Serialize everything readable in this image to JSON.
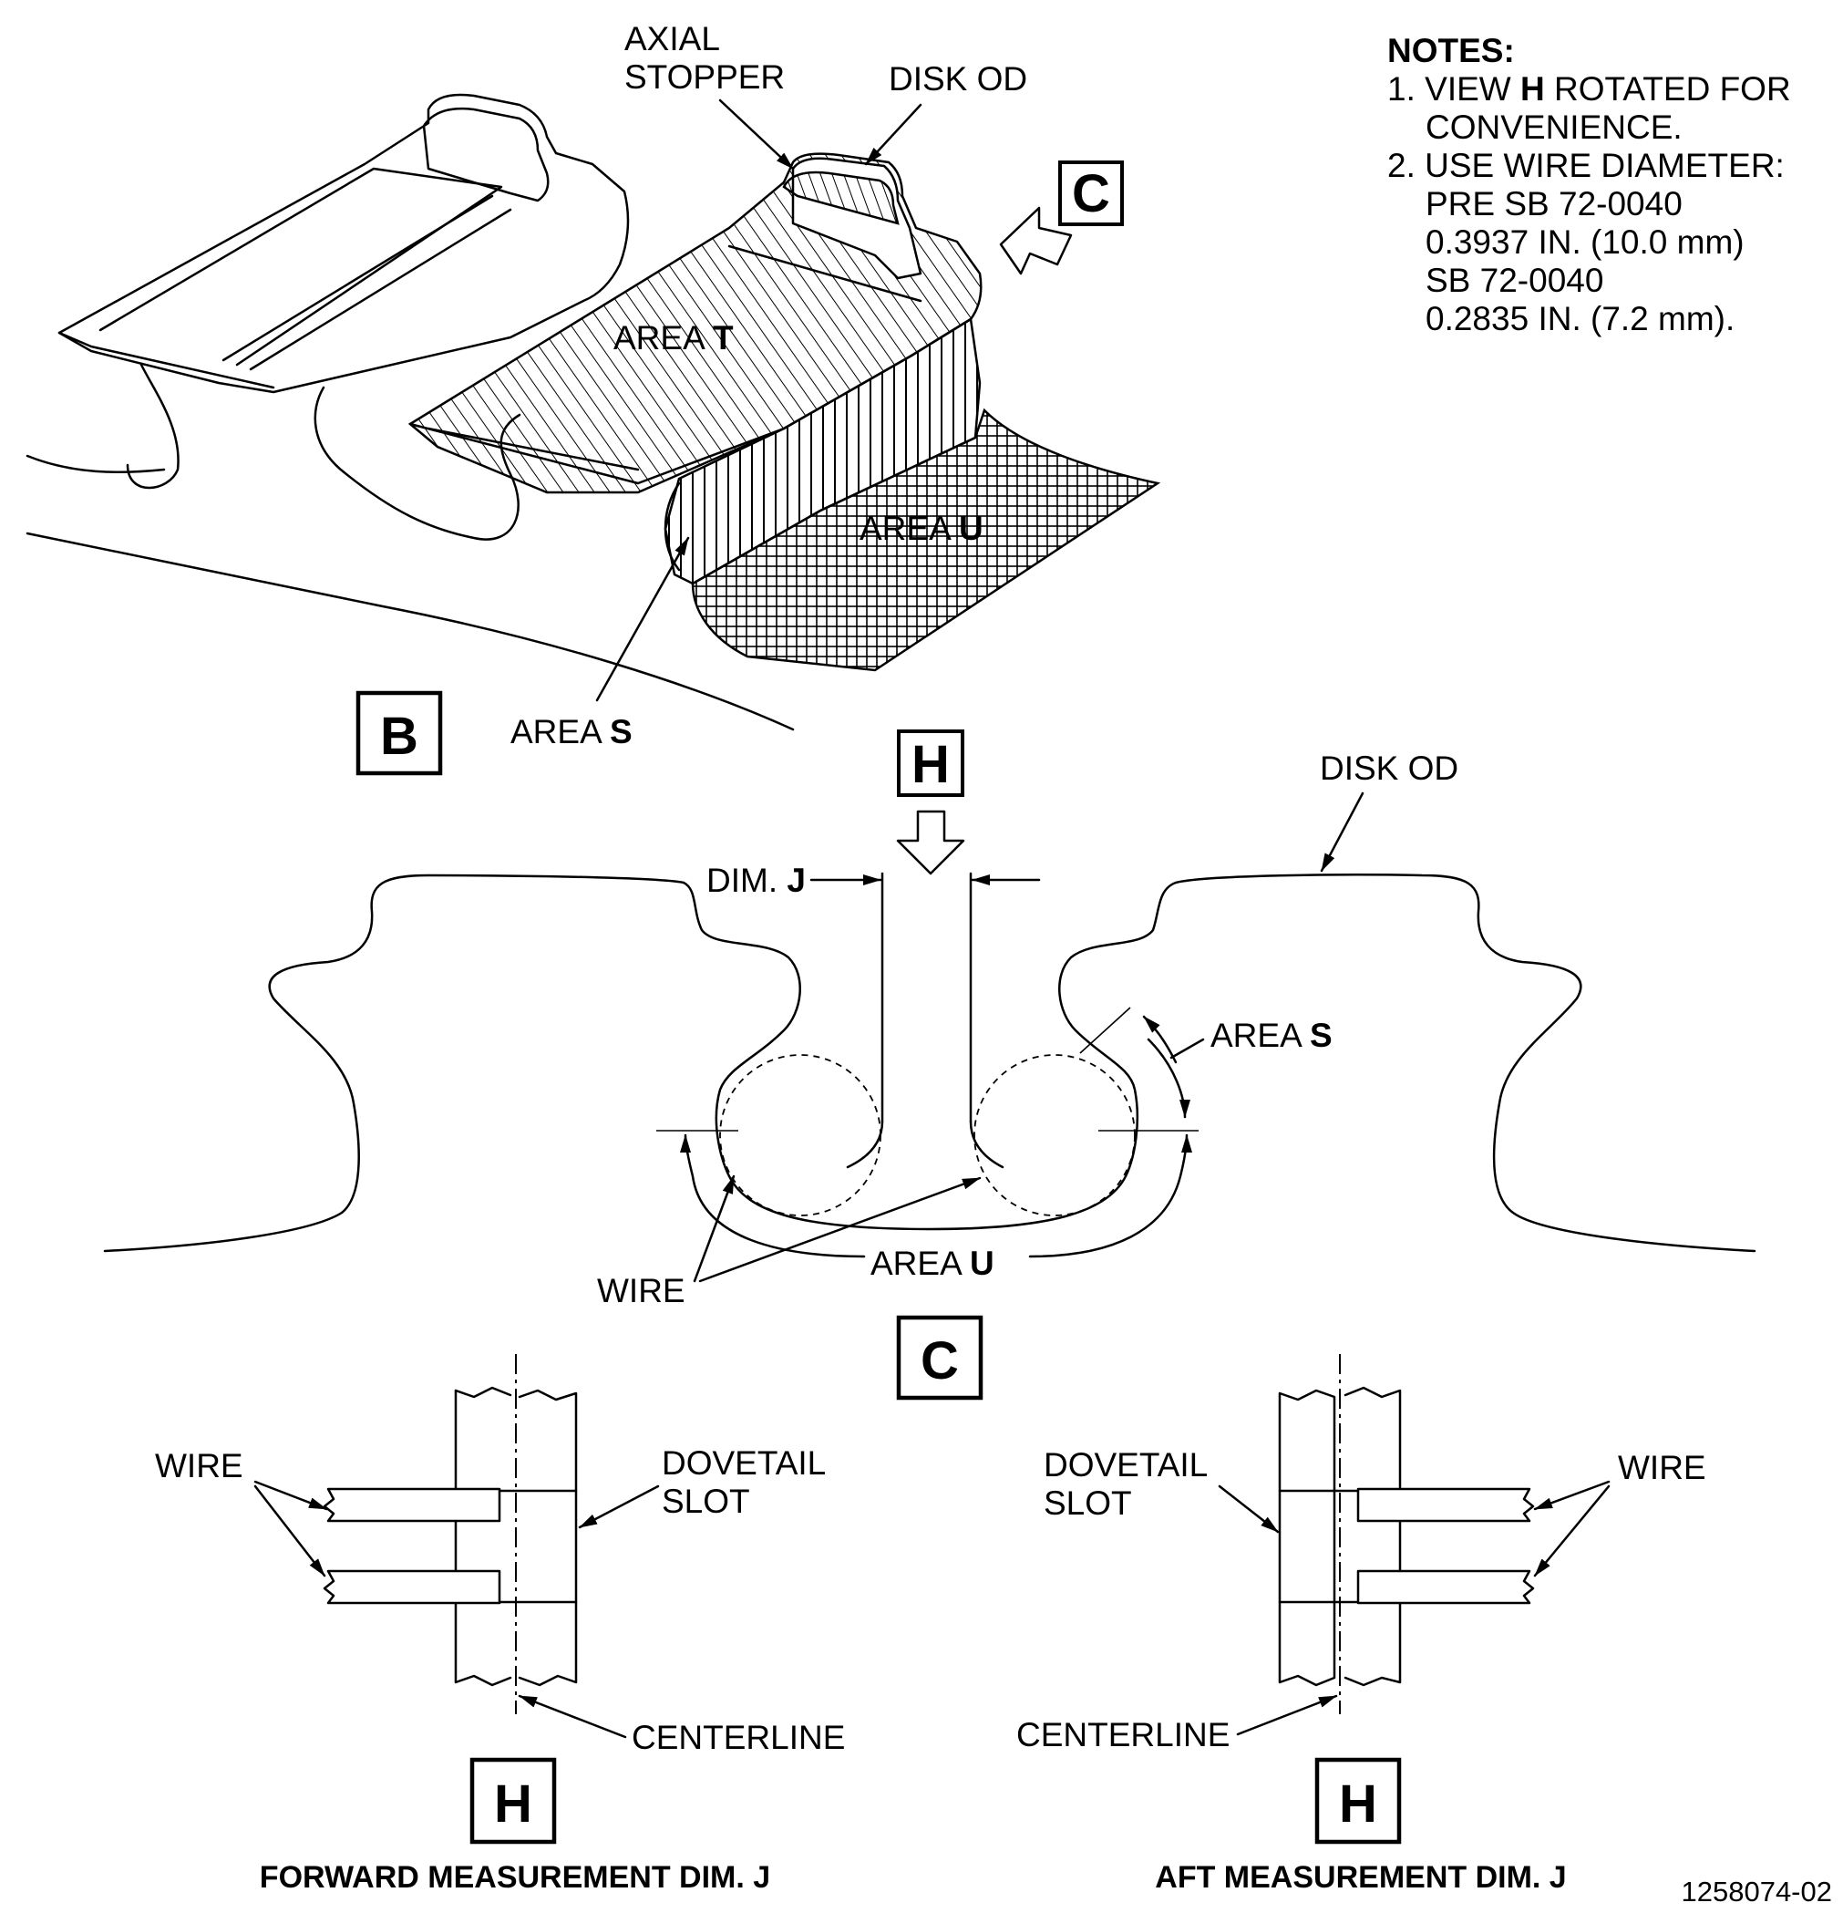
{
  "notes": {
    "heading": "NOTES:",
    "line1": {
      "num": "1. VIEW ",
      "key": "H",
      "rest": " ROTATED FOR",
      "cont": "CONVENIENCE."
    },
    "line2": "2. USE WIRE DIAMETER:",
    "line3": "PRE SB 72-0040",
    "line4": "0.3937 IN. (10.0 mm)",
    "line5": "SB 72-0040",
    "line6": "0.2835 IN. (7.2 mm)."
  },
  "view_b": {
    "label": "B",
    "axial_stopper": [
      "AXIAL",
      "STOPPER"
    ],
    "disk_od": "DISK OD",
    "view_c_marker": "C",
    "area_t": {
      "text": "AREA ",
      "key": "T"
    },
    "area_u": {
      "text": "AREA ",
      "key": "U"
    },
    "area_s": {
      "text": "AREA ",
      "key": "S"
    }
  },
  "view_c": {
    "label": "C",
    "view_h_marker": "H",
    "disk_od": "DISK OD",
    "dim_j": {
      "text": "DIM. ",
      "key": "J"
    },
    "area_s": {
      "text": "AREA ",
      "key": "S"
    },
    "area_u": {
      "text": "AREA ",
      "key": "U"
    },
    "wire": "WIRE"
  },
  "view_h_forward": {
    "label": "H",
    "wire": "WIRE",
    "dovetail_slot": [
      "DOVETAIL",
      "SLOT"
    ],
    "centerline": "CENTERLINE",
    "title": "FORWARD MEASUREMENT DIM. J"
  },
  "view_h_aft": {
    "label": "H",
    "wire": "WIRE",
    "dovetail_slot": [
      "DOVETAIL",
      "SLOT"
    ],
    "centerline": "CENTERLINE",
    "title": "AFT MEASUREMENT DIM. J"
  },
  "figure_number": "1258074-02"
}
